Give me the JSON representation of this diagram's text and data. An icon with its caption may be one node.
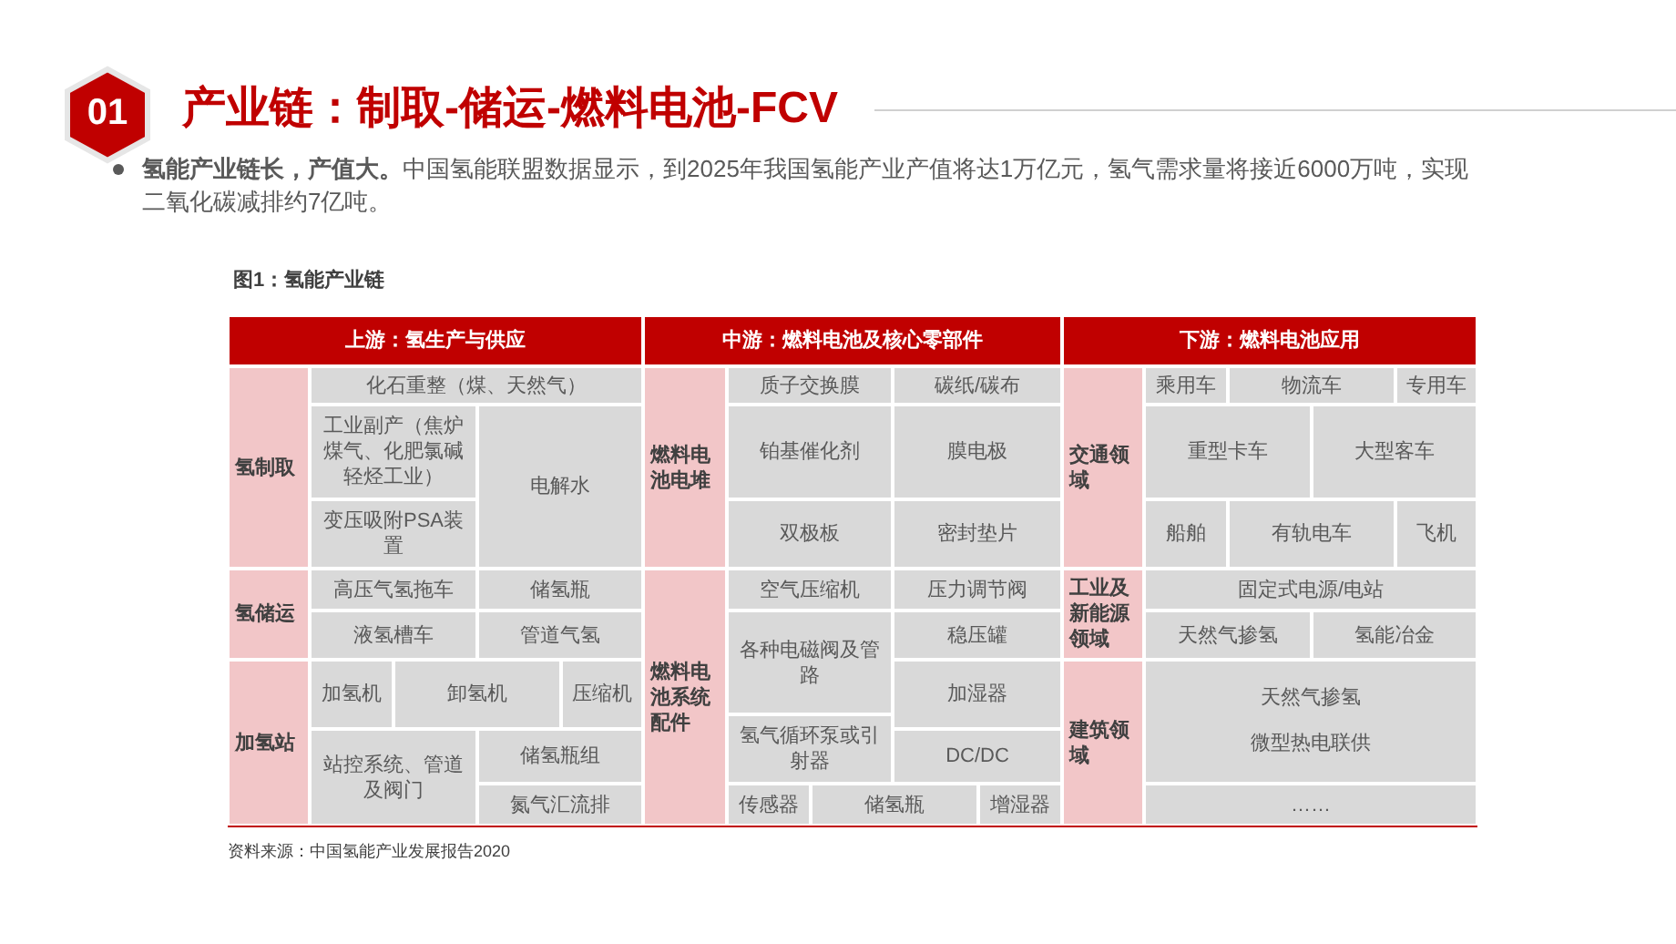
{
  "diagram": {
    "title": "产业链：制取-储运-燃料电池-FCV",
    "nodes": [
      {
        "text": [
          "上游：氢生产与供应"
        ]
      },
      {
        "text": [
          "中游：燃料电池及核心零部件"
        ]
      },
      {
        "text": [
          "下游：燃料电池应用"
        ]
      },
      {
        "text": [
          "氢制取"
        ]
      },
      {
        "text": [
          "化石重整（煤、天然气）"
        ]
      },
      {
        "text": [
          "工业副产（焦炉煤气、化肥氯碱轻烃工业）"
        ]
      },
      {
        "text": [
          "电解水"
        ]
      },
      {
        "text": [
          "变压吸附PSA装置"
        ]
      },
      {
        "text": [
          "氢储运"
        ]
      },
      {
        "text": [
          "高压气氢拖车"
        ]
      },
      {
        "text": [
          "储氢瓶"
        ]
      },
      {
        "text": [
          "液氢槽车"
        ]
      },
      {
        "text": [
          "管道气氢"
        ]
      },
      {
        "text": [
          "加氢站"
        ]
      },
      {
        "text": [
          "加氢机"
        ]
      },
      {
        "text": [
          "卸氢机"
        ]
      },
      {
        "text": [
          "压缩机"
        ]
      },
      {
        "text": [
          "站控系统、管道及阀门"
        ]
      },
      {
        "text": [
          "储氢瓶组"
        ]
      },
      {
        "text": [
          "氮气汇流排"
        ]
      },
      {
        "text": [
          "燃料电池电堆"
        ]
      },
      {
        "text": [
          "质子交换膜"
        ]
      },
      {
        "text": [
          "碳纸/碳布"
        ]
      },
      {
        "text": [
          "铂基催化剂"
        ]
      },
      {
        "text": [
          "膜电极"
        ]
      },
      {
        "text": [
          "双极板"
        ]
      },
      {
        "text": [
          "密封垫片"
        ]
      },
      {
        "text": [
          "燃料电池系统配件"
        ]
      },
      {
        "text": [
          "空气压缩机"
        ]
      },
      {
        "text": [
          "压力调节阀"
        ]
      },
      {
        "text": [
          "各种电磁阀及管路"
        ]
      },
      {
        "text": [
          "稳压罐"
        ]
      },
      {
        "text": [
          "加湿器"
        ]
      },
      {
        "text": [
          "氢气循环泵或引射器"
        ]
      },
      {
        "text": [
          "DC/DC"
        ]
      },
      {
        "text": [
          "传感器"
        ]
      },
      {
        "text": [
          "储氢瓶"
        ]
      },
      {
        "text": [
          "增湿器"
        ]
      },
      {
        "text": [
          "交通领域"
        ]
      },
      {
        "text": [
          "乘用车"
        ]
      },
      {
        "text": [
          "物流车"
        ]
      },
      {
        "text": [
          "专用车"
        ]
      },
      {
        "text": [
          "重型卡车"
        ]
      },
      {
        "text": [
          "大型客车"
        ]
      },
      {
        "text": [
          "船舶"
        ]
      },
      {
        "text": [
          "有轨电车"
        ]
      },
      {
        "text": [
          "飞机"
        ]
      },
      {
        "text": [
          "工业及新能源领域"
        ]
      },
      {
        "text": [
          "固定式电源/电站"
        ]
      },
      {
        "text": [
          "天然气掺氢"
        ]
      },
      {
        "text": [
          "氢能冶金"
        ]
      },
      {
        "text": [
          "建筑领域"
        ]
      },
      {
        "text": [
          "天然气掺氢",
          "微型热电联供"
        ]
      },
      {
        "text": [
          "……"
        ]
      }
    ],
    "labels": [
      "01",
      "**氢能产业链长，产值大。**中国氢能联盟数据显示，到2025年我国氢能产业产值将达1万亿元，氢气需求量将接近6000万吨，实现二氧化碳减排约7亿吨。",
      "图1：氢能产业链",
      "资料来源：中国氢能产业发展报告2020"
    ]
  }
}
